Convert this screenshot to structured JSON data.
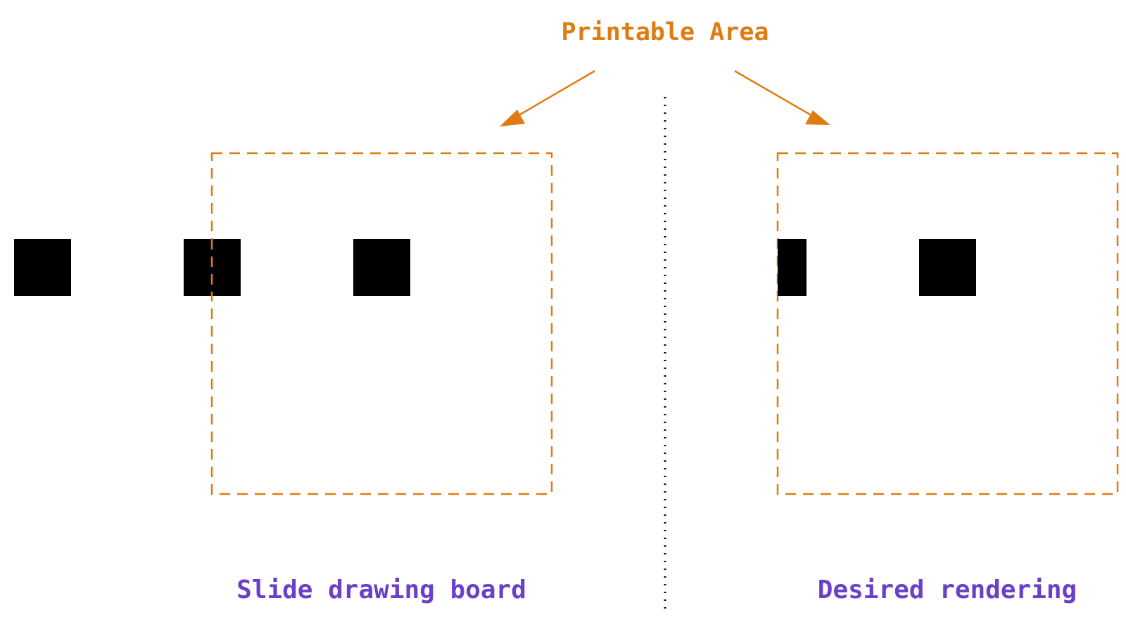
{
  "title": "Printable Area",
  "captions": {
    "left": "Slide drawing board",
    "right": "Desired rendering"
  },
  "colors": {
    "accent": "#e07b12",
    "caption": "#6a40c8",
    "block": "#000000",
    "divider": "#000000"
  }
}
